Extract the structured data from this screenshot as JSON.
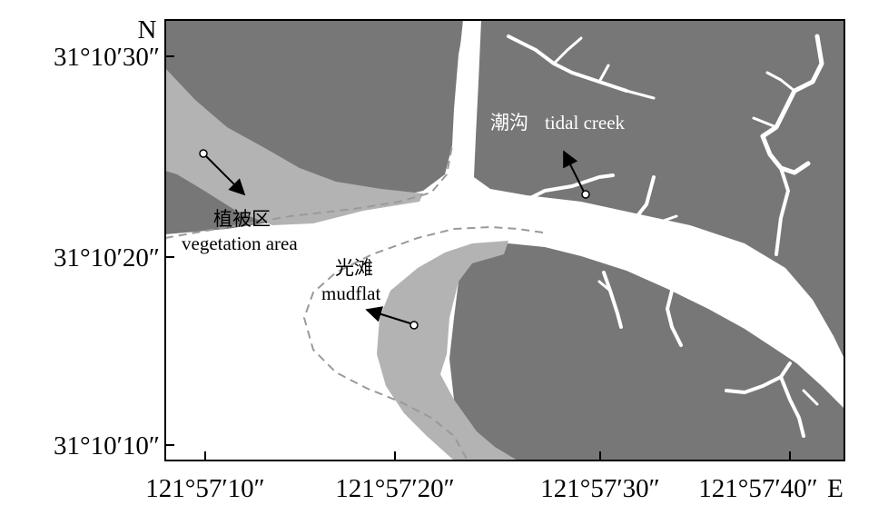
{
  "map": {
    "north_label": "N",
    "east_label": "E",
    "longitude_ticks": [
      "121°57′10″",
      "121°57′20″",
      "121°57′30″",
      "121°57′40″"
    ],
    "latitude_ticks": [
      "31°10′30″",
      "31°10′20″",
      "31°10′10″"
    ],
    "labels": {
      "vegetation_cn": "植被区",
      "vegetation_en": "vegetation area",
      "mudflat_cn": "光滩",
      "mudflat_en": "mudflat",
      "creek_cn": "潮沟",
      "creek_en": "tidal creek"
    },
    "colors": {
      "land": "#777777",
      "vegetation": "#b3b3b3",
      "water": "#ffffff",
      "dashed_line": "#9a9a9a",
      "frame": "#000000"
    }
  }
}
